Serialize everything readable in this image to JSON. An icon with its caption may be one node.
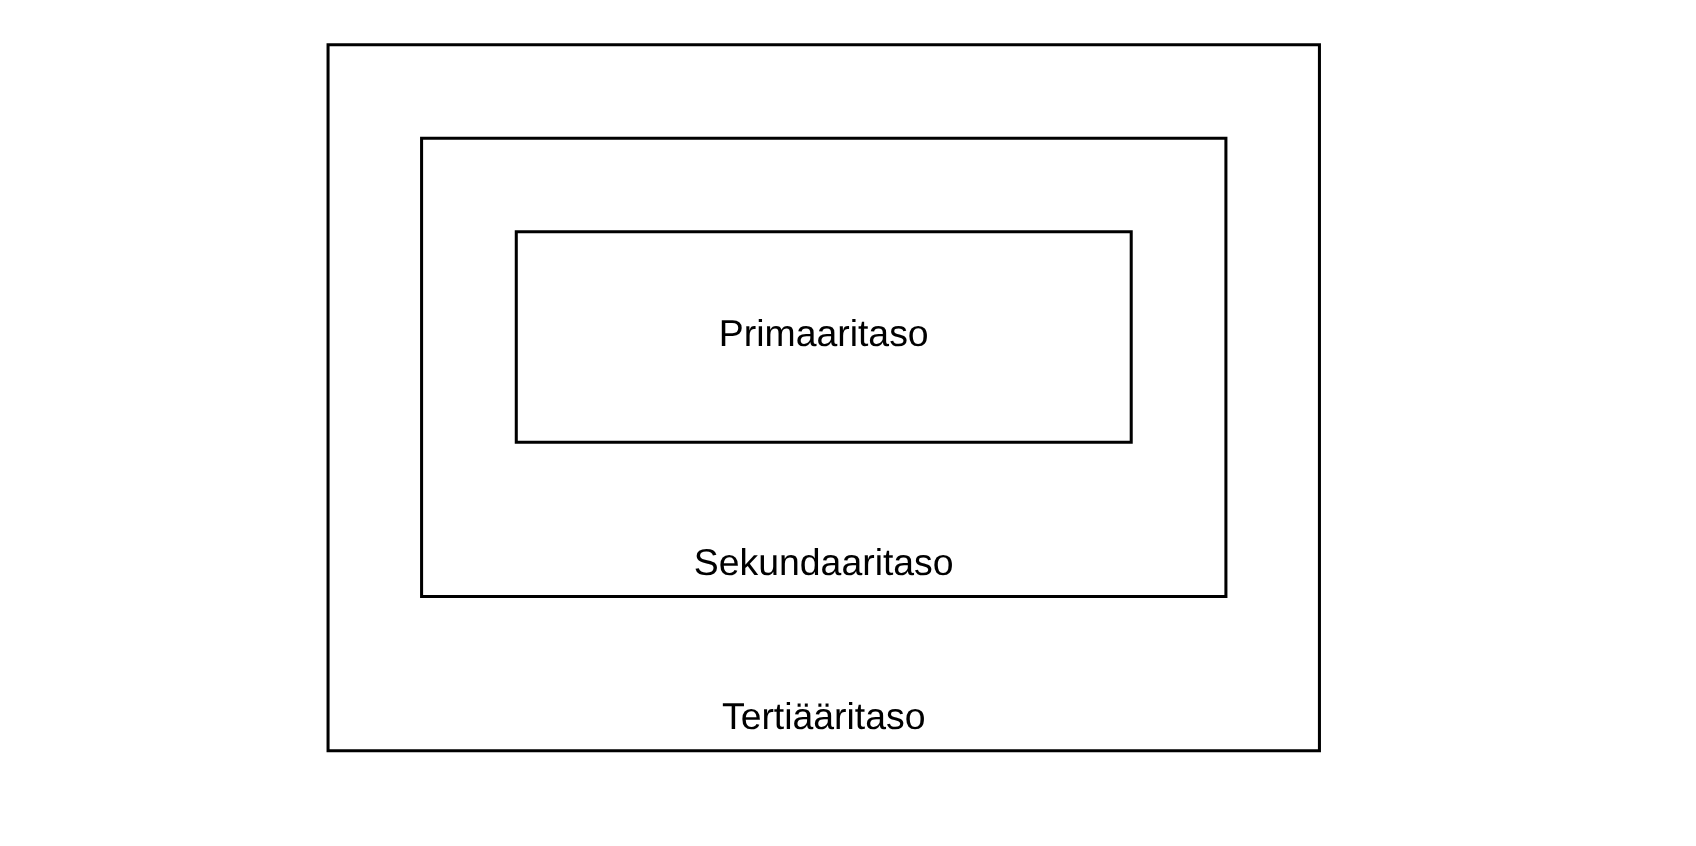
{
  "diagram": {
    "nodes": [
      {
        "text": [
          "Tertiääritaso"
        ]
      },
      {
        "text": [
          "Sekundaaritaso"
        ],
        "in": 0
      },
      {
        "text": [
          "Primaaritaso"
        ],
        "in": 1
      }
    ]
  }
}
